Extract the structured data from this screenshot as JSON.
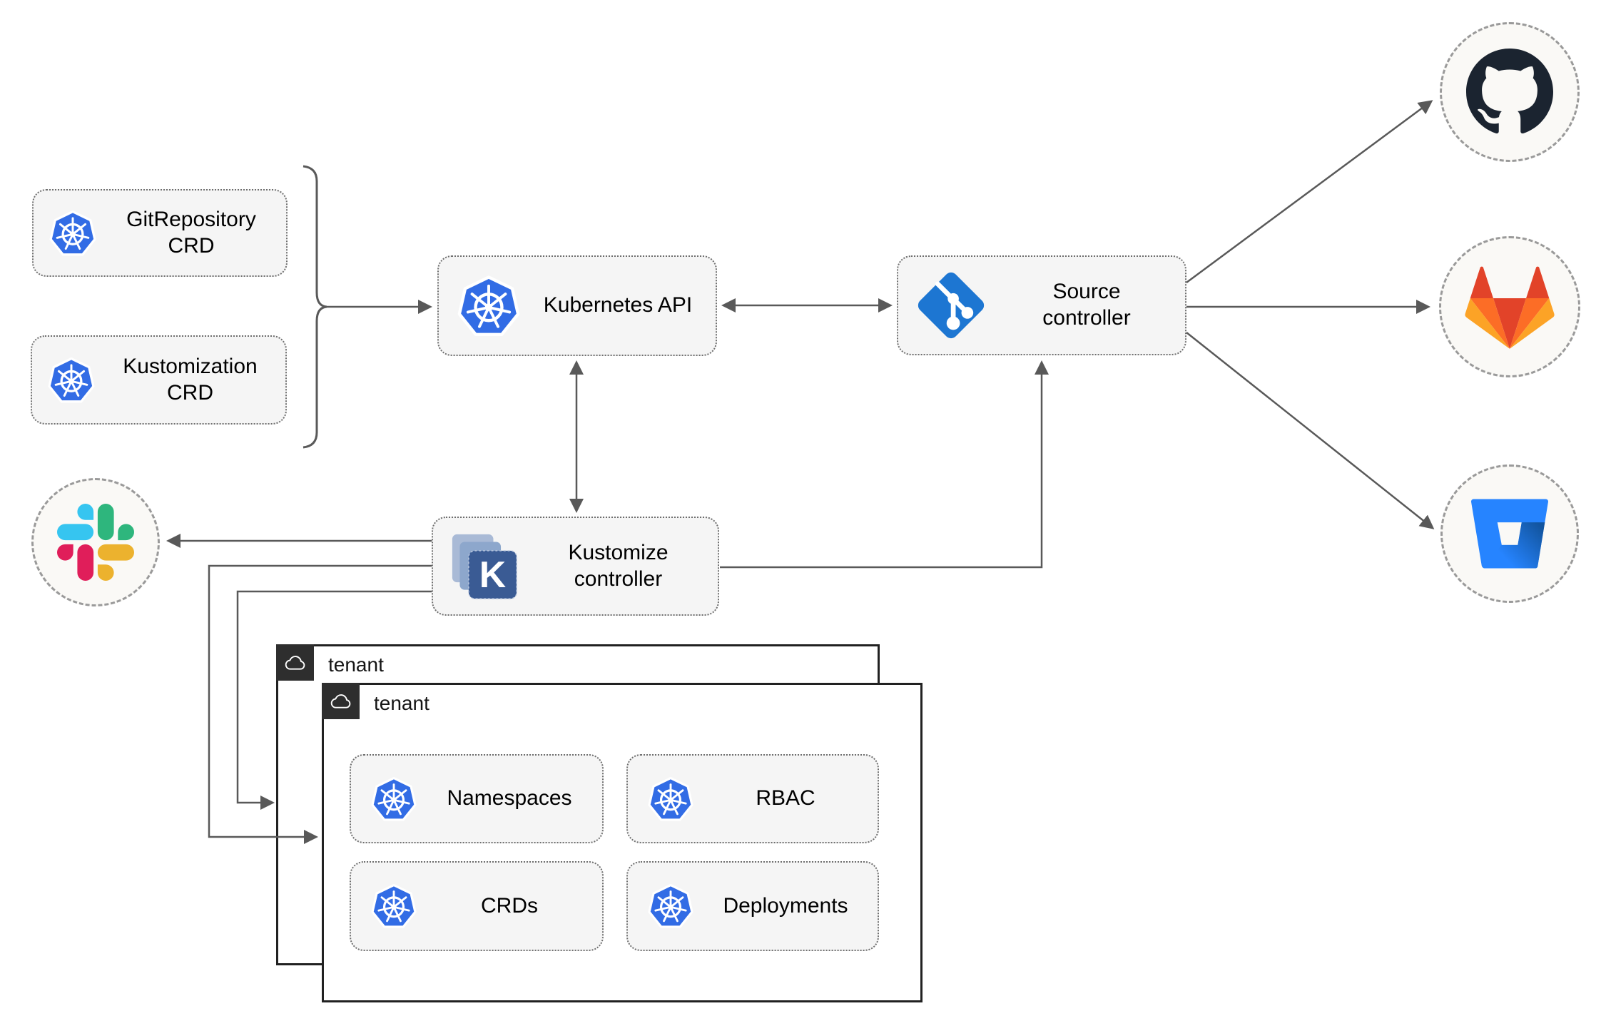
{
  "nodes": {
    "gitrepository_crd": {
      "label": "GitRepository CRD"
    },
    "kustomization_crd": {
      "label": "Kustomization CRD"
    },
    "kubernetes_api": {
      "label": "Kubernetes API"
    },
    "source_controller": {
      "label": "Source controller"
    },
    "kustomize_controller": {
      "label": "Kustomize controller"
    },
    "tenant_back": {
      "label": "tenant"
    },
    "tenant_front": {
      "label": "tenant"
    },
    "namespaces": {
      "label": "Namespaces"
    },
    "rbac": {
      "label": "RBAC"
    },
    "crds": {
      "label": "CRDs"
    },
    "deployments": {
      "label": "Deployments"
    }
  },
  "icons": {
    "kubernetes": "kubernetes-icon",
    "git": "git-icon",
    "kustomize": "kustomize-icon",
    "cloud": "cloud-icon",
    "slack": "slack-icon",
    "github": "github-icon",
    "gitlab": "gitlab-icon",
    "bitbucket": "bitbucket-icon"
  },
  "edges": [
    {
      "from": "gitrepository_crd+kustomization_crd",
      "to": "kubernetes_api",
      "style": "arrow"
    },
    {
      "from": "kubernetes_api",
      "to": "source_controller",
      "style": "double-arrow"
    },
    {
      "from": "kubernetes_api",
      "to": "kustomize_controller",
      "style": "double-arrow"
    },
    {
      "from": "kustomize_controller",
      "to": "source_controller",
      "style": "arrow"
    },
    {
      "from": "kustomize_controller",
      "to": "slack",
      "style": "arrow"
    },
    {
      "from": "kustomize_controller",
      "to": "tenant_front",
      "style": "arrow"
    },
    {
      "from": "kustomize_controller",
      "to": "tenant_back",
      "style": "arrow"
    },
    {
      "from": "source_controller",
      "to": "github",
      "style": "arrow"
    },
    {
      "from": "source_controller",
      "to": "gitlab",
      "style": "arrow"
    },
    {
      "from": "source_controller",
      "to": "bitbucket",
      "style": "arrow"
    }
  ],
  "colors": {
    "kubernetes_blue": "#326CE5",
    "git_icon_blue": "#1D76D2",
    "kustomize_navy": "#3A5B94",
    "github_dark": "#1B2430",
    "gitlab_red": "#E24329",
    "gitlab_orange": "#FC6D26",
    "gitlab_light_orange": "#FCA326",
    "bitbucket_blue": "#2684FF",
    "slack_blue": "#36C5F0",
    "slack_green": "#2EB67D",
    "slack_red": "#E01E5A",
    "slack_yellow": "#ECB22E",
    "node_fill": "#F5F5F5",
    "connector_gray": "#595959",
    "tenant_tab_dark": "#2E2E2E"
  }
}
